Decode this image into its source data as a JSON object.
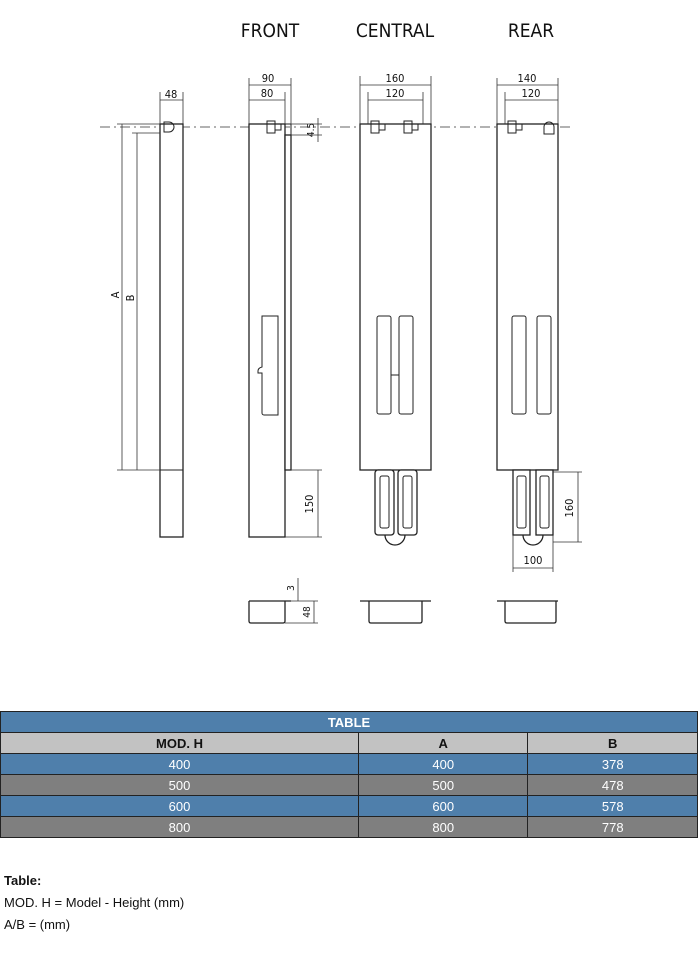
{
  "views": {
    "front": "FRONT",
    "central": "CENTRAL",
    "rear": "REAR"
  },
  "dimensions": {
    "side_width": "48",
    "label_a": "A",
    "label_b": "B",
    "front_outer": "90",
    "front_inner": "80",
    "front_offset": "4.5",
    "front_bottom": "150",
    "central_outer": "160",
    "central_inner": "120",
    "rear_outer": "140",
    "rear_inner": "120",
    "rear_bottom": "160",
    "rear_tab_width": "100",
    "tray_thickness": "3",
    "tray_depth": "48"
  },
  "table": {
    "title": "TABLE",
    "headers": [
      "MOD. H",
      "A",
      "B"
    ],
    "rows": [
      [
        "400",
        "400",
        "378"
      ],
      [
        "500",
        "500",
        "478"
      ],
      [
        "600",
        "600",
        "578"
      ],
      [
        "800",
        "800",
        "778"
      ]
    ]
  },
  "notes": {
    "title": "Table:",
    "line1": "MOD. H = Model - Height (mm)",
    "line2": "A/B = (mm)"
  },
  "colors": {
    "blue": "#4f7fab",
    "gray": "#7f7f7f",
    "header": "#c2c2c2"
  }
}
